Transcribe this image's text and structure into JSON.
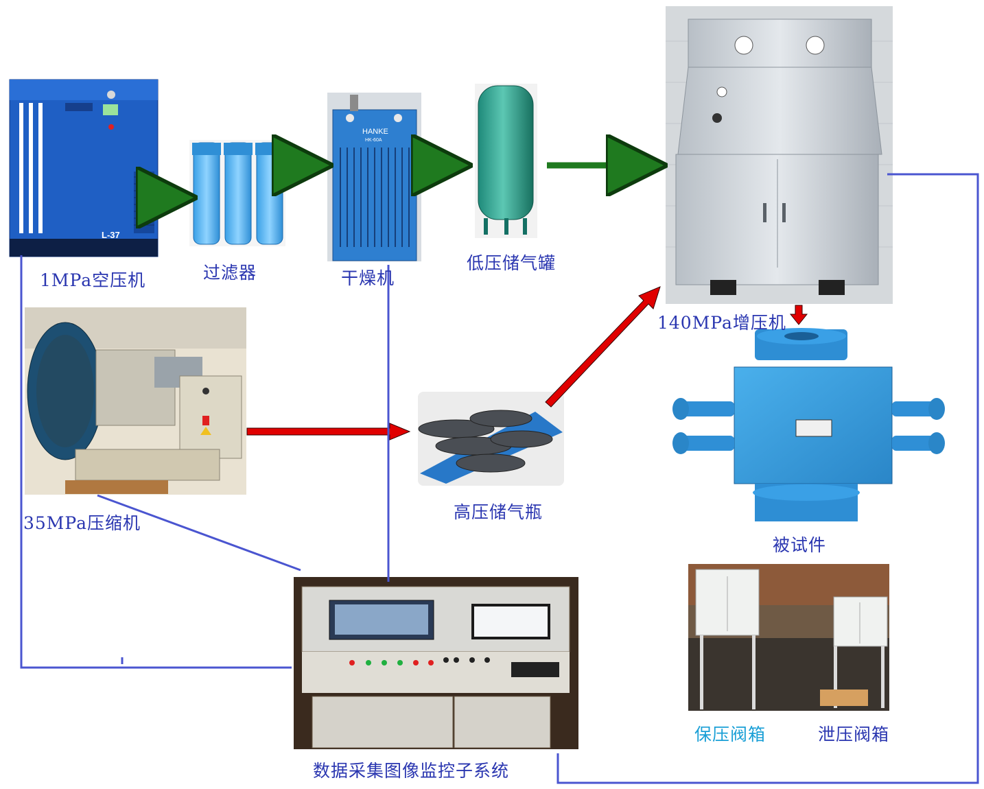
{
  "labels": {
    "air_compressor": "1MPa空压机",
    "filter": "过滤器",
    "dryer": "干燥机",
    "low_pressure_tank": "低压储气罐",
    "booster": "140MPa增压机",
    "compressor_35": "35MPa压缩机",
    "high_pressure_bottle": "高压储气瓶",
    "test_piece": "被试件",
    "hold_pressure_valve_box": "保压阀箱",
    "release_valve_box": "泄压阀箱",
    "data_system": "数据采集图像监控子系统"
  },
  "equipment_text": {
    "compressor_model": "L-37",
    "dryer_brand": "HANKE",
    "dryer_model": "HK-60A"
  },
  "colors": {
    "low_pressure_arrow": "#1f7a1f",
    "high_pressure_arrow": "#e00000",
    "signal_line": "#4a55d0",
    "label_text": "#2a36b0",
    "valve_label_text": "#1a9fd6"
  }
}
